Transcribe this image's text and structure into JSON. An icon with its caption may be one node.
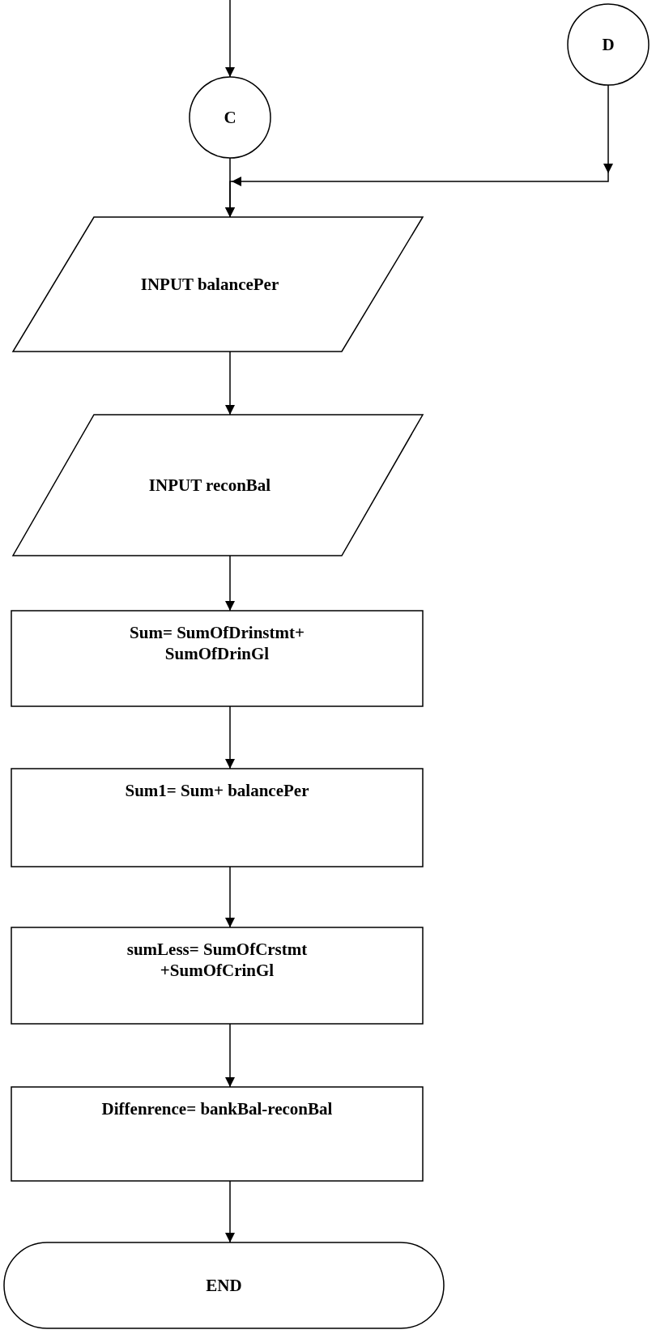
{
  "diagram": {
    "nodes": [
      {
        "text": [
          "C"
        ]
      },
      {
        "text": [
          "D"
        ]
      },
      {
        "text": [
          "INPUT balancePer"
        ]
      },
      {
        "text": [
          "INPUT reconBal"
        ]
      },
      {
        "text": [
          "Sum= SumOfDrinstmt+ SumOfDrinGl"
        ]
      },
      {
        "text": [
          "Sum1= Sum+ balancePer"
        ]
      },
      {
        "text": [
          "sumLess= SumOfCrstmt +SumOfCrinGl"
        ]
      },
      {
        "text": [
          "Diffenrence= bankBal-reconBal"
        ]
      },
      {
        "text": [
          "END"
        ]
      }
    ],
    "edges": [
      {
        "from": null,
        "to": 0,
        "arrow": "to"
      },
      {
        "from": 0,
        "to": 2,
        "arrow": "to"
      },
      {
        "from": 1,
        "to": 2,
        "arrow": "to"
      },
      {
        "from": 2,
        "to": 3,
        "arrow": "to"
      },
      {
        "from": 3,
        "to": 4,
        "arrow": "to"
      },
      {
        "from": 4,
        "to": 5,
        "arrow": "to"
      },
      {
        "from": 5,
        "to": 6,
        "arrow": "to"
      },
      {
        "from": 6,
        "to": 7,
        "arrow": "to"
      },
      {
        "from": 7,
        "to": 8,
        "arrow": "to"
      }
    ]
  }
}
